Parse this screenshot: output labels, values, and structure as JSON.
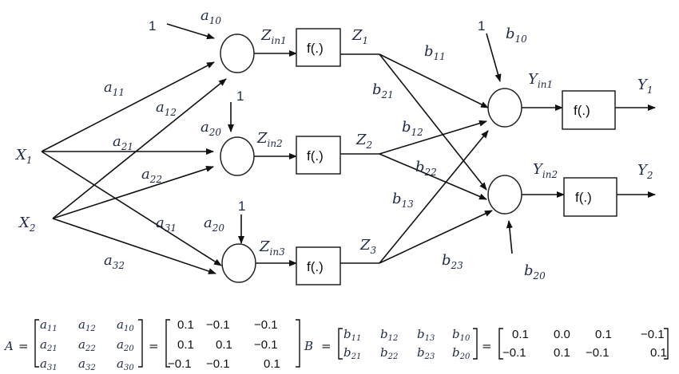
{
  "diagram": {
    "title": "Two-layer neural network",
    "inputs": [
      {
        "base": "X",
        "sub": "1"
      },
      {
        "base": "X",
        "sub": "2"
      }
    ],
    "hidden_sums": [
      {
        "base": "Z",
        "sub": "in1"
      },
      {
        "base": "Z",
        "sub": "in2"
      },
      {
        "base": "Z",
        "sub": "in3"
      }
    ],
    "hidden_outputs": [
      {
        "base": "Z",
        "sub": "1"
      },
      {
        "base": "Z",
        "sub": "2"
      },
      {
        "base": "Z",
        "sub": "3"
      }
    ],
    "output_sums": [
      {
        "base": "Y",
        "sub": "in1"
      },
      {
        "base": "Y",
        "sub": "in2"
      }
    ],
    "outputs": [
      {
        "base": "Y",
        "sub": "1"
      },
      {
        "base": "Y",
        "sub": "2"
      }
    ],
    "activation_label": "f(.)",
    "bias_input_label": "1",
    "weights_a": [
      {
        "base": "a",
        "sub": "10"
      },
      {
        "base": "a",
        "sub": "11"
      },
      {
        "base": "a",
        "sub": "12"
      },
      {
        "base": "a",
        "sub": "20"
      },
      {
        "base": "a",
        "sub": "21"
      },
      {
        "base": "a",
        "sub": "22"
      },
      {
        "base": "a",
        "sub": "31"
      },
      {
        "base": "a",
        "sub": "20"
      },
      {
        "base": "a",
        "sub": "32"
      }
    ],
    "weights_b": [
      {
        "base": "b",
        "sub": "10"
      },
      {
        "base": "b",
        "sub": "11"
      },
      {
        "base": "b",
        "sub": "21"
      },
      {
        "base": "b",
        "sub": "12"
      },
      {
        "base": "b",
        "sub": "22"
      },
      {
        "base": "b",
        "sub": "13"
      },
      {
        "base": "b",
        "sub": "23"
      },
      {
        "base": "b",
        "sub": "20"
      }
    ]
  },
  "matrices": {
    "A": {
      "name": "A",
      "symbols": [
        [
          "a11",
          "a12",
          "a10"
        ],
        [
          "a21",
          "a22",
          "a20"
        ],
        [
          "a31",
          "a32",
          "a30"
        ]
      ],
      "values": [
        [
          "0.1",
          "−0.1",
          "−0.1"
        ],
        [
          "0.1",
          "0.1",
          "−0.1"
        ],
        [
          "−0.1",
          "−0.1",
          "0.1"
        ]
      ]
    },
    "B": {
      "name": "B",
      "symbols": [
        [
          "b11",
          "b12",
          "b13",
          "b10"
        ],
        [
          "b21",
          "b22",
          "b23",
          "b20"
        ]
      ],
      "values": [
        [
          "0.1",
          "0.0",
          "0.1",
          "−0.1"
        ],
        [
          "−0.1",
          "0.1",
          "−0.1",
          "0.1"
        ]
      ]
    },
    "equals": "="
  }
}
